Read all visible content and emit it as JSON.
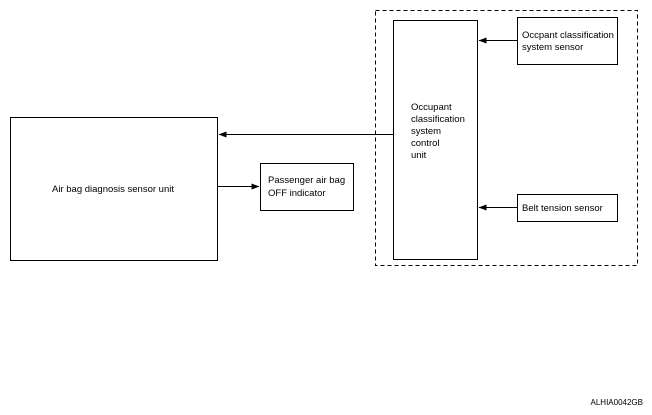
{
  "diagram": {
    "nodes": {
      "air_bag_unit": {
        "label": "Air bag diagnosis sensor unit"
      },
      "passenger_indicator": {
        "label_lines": [
          "Passenger air bag",
          "OFF indicator"
        ]
      },
      "occupant_control_unit": {
        "label_lines": [
          "Occupant",
          "classification",
          "system",
          "control",
          "unit"
        ]
      },
      "occupant_sensor": {
        "label_lines": [
          "Occpant classification",
          "system sensor"
        ]
      },
      "belt_sensor": {
        "label": "Belt tension sensor"
      }
    },
    "edges": [
      {
        "from": "occupant_sensor",
        "to": "occupant_control_unit"
      },
      {
        "from": "belt_sensor",
        "to": "occupant_control_unit"
      },
      {
        "from": "occupant_control_unit",
        "to": "air_bag_unit"
      },
      {
        "from": "air_bag_unit",
        "to": "passenger_indicator"
      }
    ],
    "colors": {
      "line": "#000000",
      "background": "#ffffff"
    }
  },
  "reference_code": "ALHIA0042GB"
}
